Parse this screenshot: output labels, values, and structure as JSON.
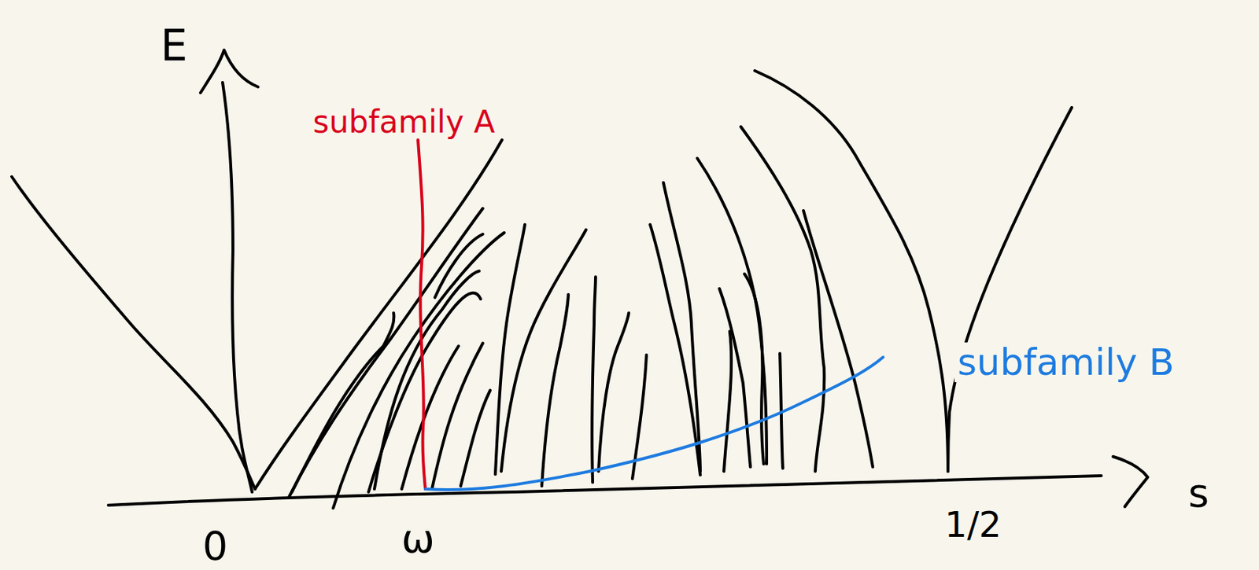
{
  "diagram": {
    "labels": [
      "E",
      "subfamily A",
      "s",
      "0",
      "ω",
      "1/2",
      "subfamily B"
    ]
  }
}
